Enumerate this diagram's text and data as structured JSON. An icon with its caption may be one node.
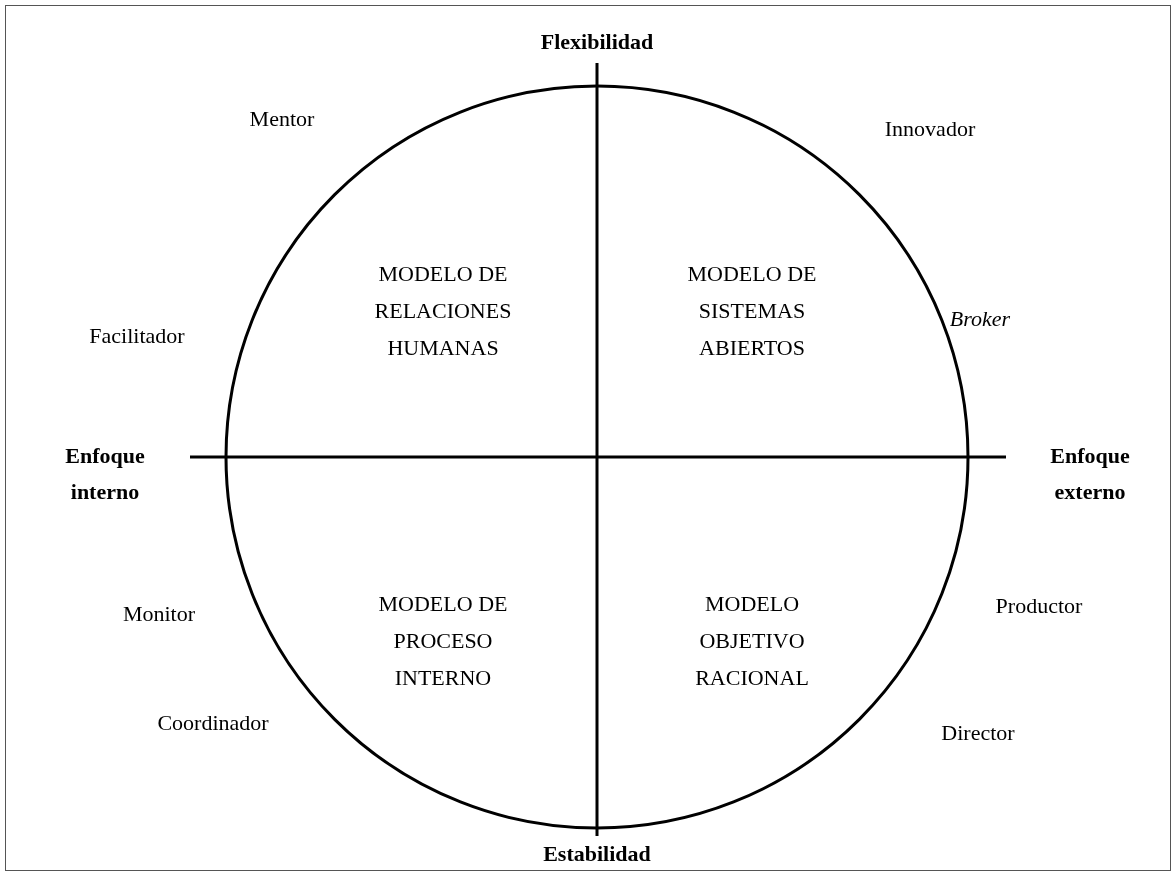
{
  "diagram": {
    "labels": [
      "Flexibilidad",
      "Mentor",
      "Innovador",
      "MODELO DE RELACIONES HUMANAS",
      "MODELO DE SISTEMAS ABIERTOS",
      "Facilitador",
      "Broker",
      "Enfoque interno",
      "Enfoque externo",
      "MODELO DE PROCESO INTERNO",
      "MODELO OBJETIVO RACIONAL",
      "Monitor",
      "Productor",
      "Coordinador",
      "Director",
      "Estabilidad"
    ]
  }
}
